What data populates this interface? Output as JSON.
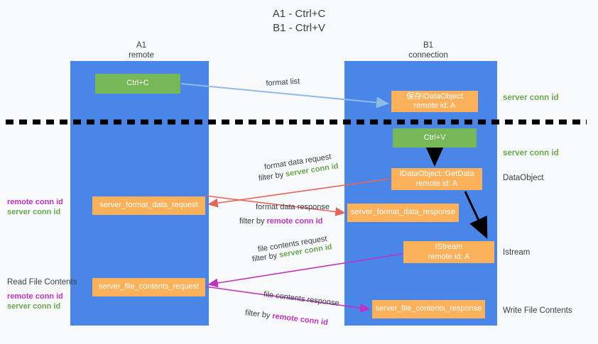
{
  "title": {
    "line1": "A1 - Ctrl+C",
    "line2": "B1 - Ctrl+V"
  },
  "columns": {
    "left": {
      "name": "A1",
      "role": "remote"
    },
    "right": {
      "name": "B1",
      "role": "connection"
    }
  },
  "colors": {
    "lane": "#4a86e8",
    "green_node": "#76b857",
    "orange_node": "#fbb05a",
    "server_conn_id": "#6aa84f",
    "remote_conn_id": "#c032c0",
    "format_list_arrow": "#8fbbe8",
    "format_data_arrow": "#e8645a",
    "file_contents_arrow": "#c032c0",
    "black_arrow": "#000000",
    "divider": "#000000",
    "background": "#f8f9fa"
  },
  "nodes": {
    "ctrl_c": {
      "label": "Ctrl+C",
      "style": "green"
    },
    "save_idataobject": {
      "label": "保存IDataObject",
      "sub": "remote id: A",
      "style": "orange"
    },
    "ctrl_v": {
      "label": "Ctrl+V",
      "style": "green"
    },
    "getdata": {
      "label": "IDataObject::GetData",
      "sub": "remote id: A",
      "style": "orange"
    },
    "format_data_request": {
      "label": "server_format_data_request",
      "style": "orange"
    },
    "format_data_response": {
      "label": "server_format_data_response",
      "style": "orange"
    },
    "istream": {
      "label": "IStream",
      "sub": "remote id: A",
      "style": "orange"
    },
    "file_contents_request": {
      "label": "server_file_contents_request",
      "style": "orange"
    },
    "file_contents_response": {
      "label": "server_file_contents_response",
      "style": "orange"
    }
  },
  "edges": {
    "format_list": {
      "label": "format list"
    },
    "format_data_request": {
      "label": "format data request",
      "filter_prefix": "filter by ",
      "filter_target": "server conn id"
    },
    "format_data_response": {
      "label": "format data response",
      "filter_prefix": "filter by ",
      "filter_target": "remote conn id"
    },
    "file_contents_request": {
      "label": "file contents request",
      "filter_prefix": "filter by ",
      "filter_target": "server conn id"
    },
    "file_contents_response": {
      "label": "file contents response",
      "filter_prefix": "filter by ",
      "filter_target": "remote conn id"
    }
  },
  "side_labels": {
    "server_conn_id_top": "server conn id",
    "server_conn_id_mid": "server conn id",
    "dataobject": "DataObject",
    "istream": "Istream",
    "write_file_contents": "Write File Contents",
    "read_file_contents": "Read File Contents",
    "remote_conn_id": "remote conn id",
    "server_conn_id": "server conn id"
  }
}
